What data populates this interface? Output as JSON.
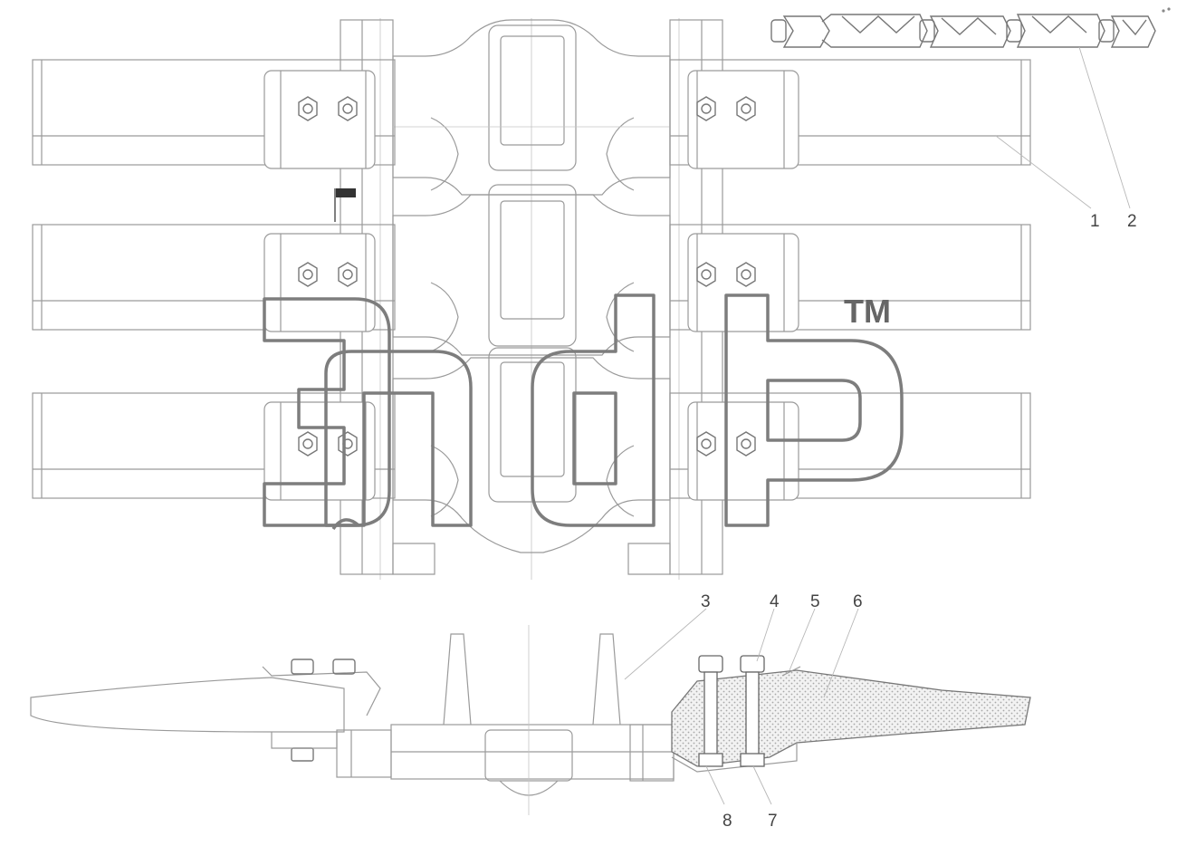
{
  "drawing": {
    "callouts": [
      {
        "id": "c1",
        "label": "1"
      },
      {
        "id": "c2",
        "label": "2"
      },
      {
        "id": "c3",
        "label": "3"
      },
      {
        "id": "c4",
        "label": "4"
      },
      {
        "id": "c5",
        "label": "5"
      },
      {
        "id": "c6",
        "label": "6"
      },
      {
        "id": "c7",
        "label": "7"
      },
      {
        "id": "c8",
        "label": "8"
      }
    ]
  },
  "watermark": {
    "logo": "элр",
    "trademark": "TM"
  },
  "colors": {
    "line": "#9a9a9a",
    "watermark": "#7d7d7d",
    "hatch": "#b0b0b0"
  }
}
